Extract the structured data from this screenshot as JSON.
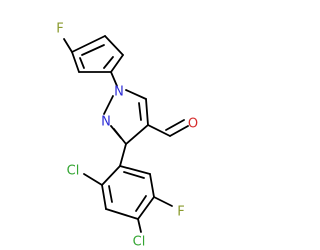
{
  "molecule": {
    "atom_labels": {
      "fluoro_top": "F",
      "n1": "N",
      "n2": "N",
      "aldehyde_o": "O",
      "cl_ortho": "Cl",
      "f_meta": "F",
      "cl_para": "Cl"
    },
    "colors": {
      "bond": "#000000",
      "fluorine": "#8a9a2d",
      "nitrogen": "#2b2bd6",
      "oxygen": "#d62b2b",
      "chlorine": "#33a532"
    }
  }
}
